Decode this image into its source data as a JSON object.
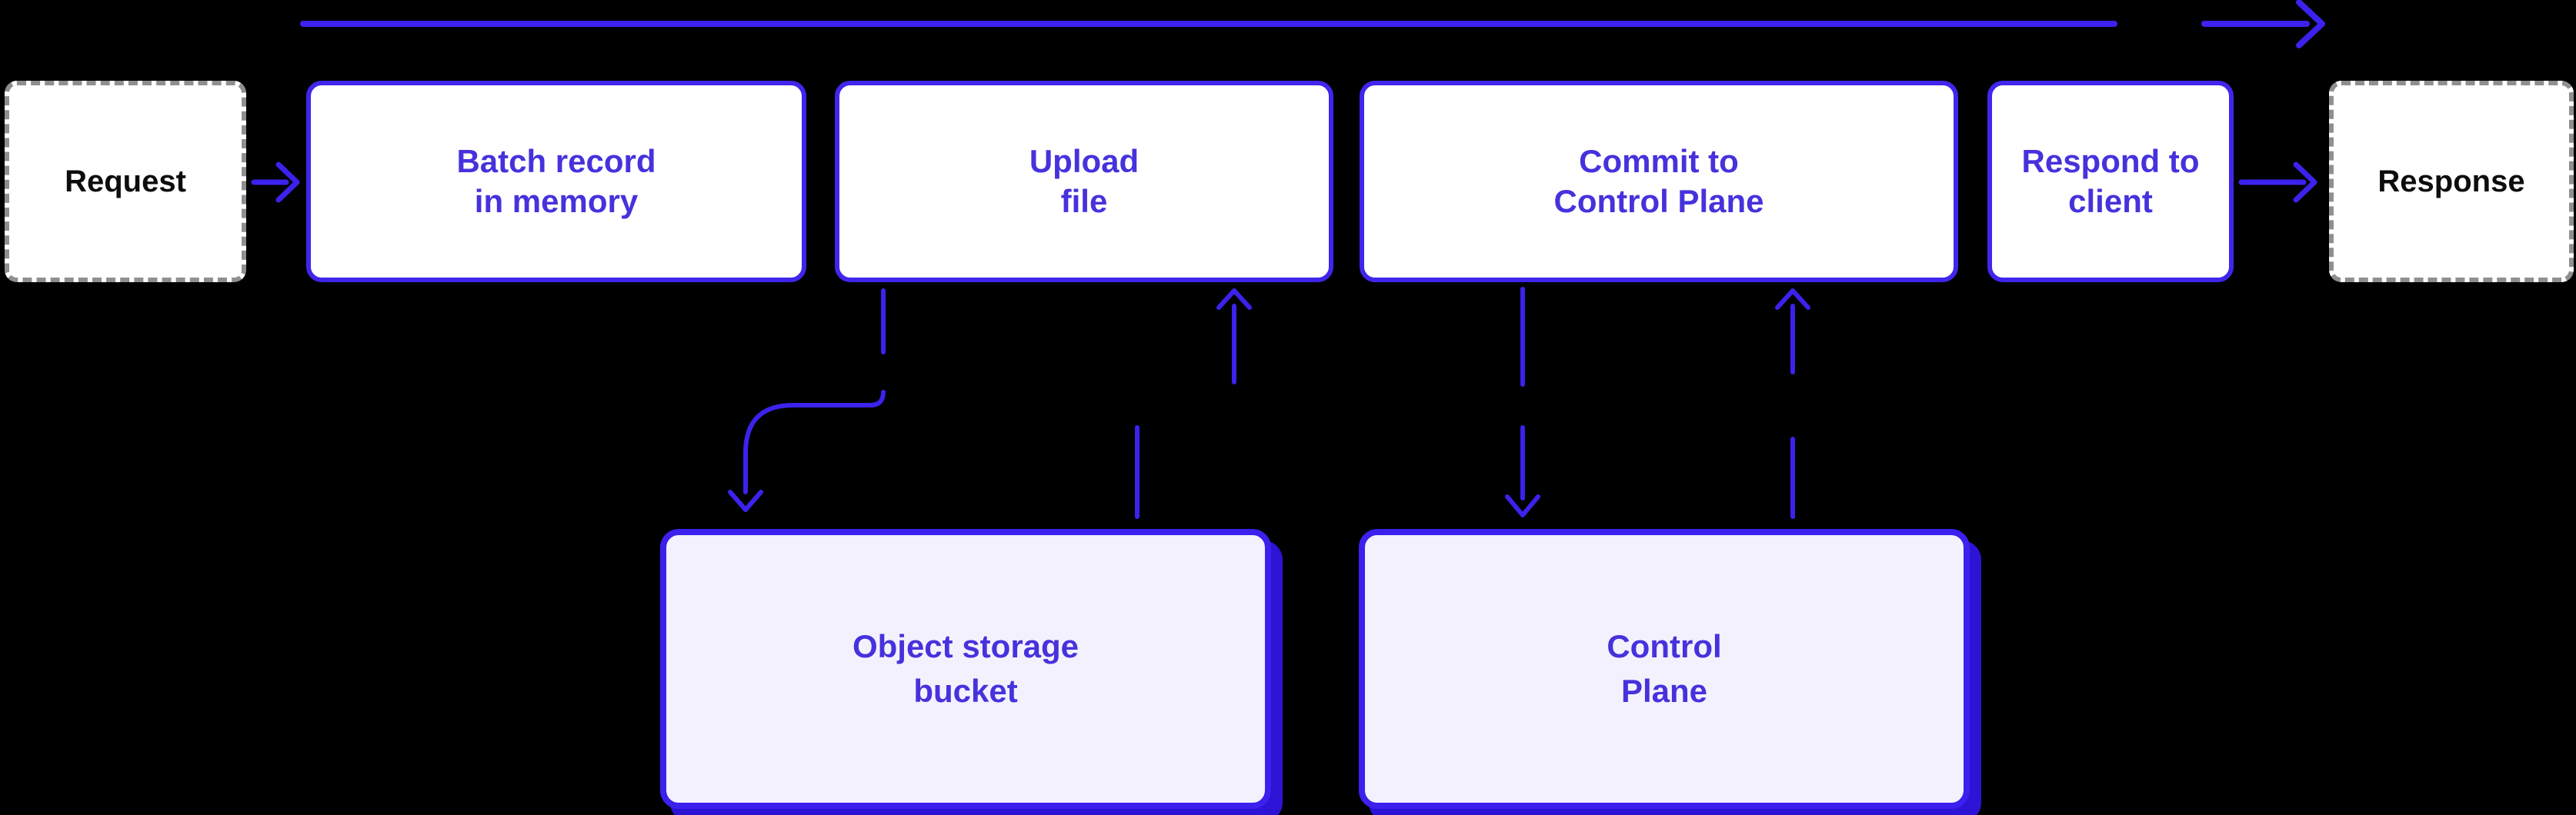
{
  "diagram": {
    "title_hint": "batch request flow",
    "background_color": "#000000",
    "accent_color": "#3b22ec",
    "box_border_color": "#4026ec",
    "box_text_color": "#4632dc",
    "store_fill_color": "#f3f1fd",
    "store_shadow_color": "#2d13d6",
    "endpoint_border_color": "#8f8f8f",
    "endpoint_text_color": "#0d0d0d"
  },
  "nodes": {
    "request": {
      "label": "Request"
    },
    "batch": {
      "line1": "Batch record",
      "line2": "in memory"
    },
    "upload": {
      "line1": "Upload",
      "line2": "file"
    },
    "commit": {
      "line1": "Commit to",
      "line2": "Control Plane"
    },
    "respond": {
      "line1": "Respond to",
      "line2": "client"
    },
    "response": {
      "label": "Response"
    },
    "bucket": {
      "line1": "Object storage",
      "line2": "bucket"
    },
    "control_plane": {
      "line1": "Control",
      "line2": "Plane"
    }
  },
  "edges": [
    {
      "name": "overall-flow-arrow",
      "from": "batch-top",
      "to": "response-top",
      "direction": "right"
    },
    {
      "name": "request-to-batch-arrow",
      "from": "request",
      "to": "batch",
      "direction": "right"
    },
    {
      "name": "respond-to-response-arrow",
      "from": "respond",
      "to": "response",
      "direction": "right"
    },
    {
      "name": "upload-to-bucket-arrow",
      "from": "upload",
      "to": "bucket",
      "direction": "down"
    },
    {
      "name": "bucket-to-upload-arrow",
      "from": "bucket",
      "to": "upload",
      "direction": "up"
    },
    {
      "name": "commit-to-controlplane-arrow",
      "from": "commit",
      "to": "control_plane",
      "direction": "down"
    },
    {
      "name": "controlplane-to-commit-arrow",
      "from": "control_plane",
      "to": "commit",
      "direction": "up"
    }
  ]
}
